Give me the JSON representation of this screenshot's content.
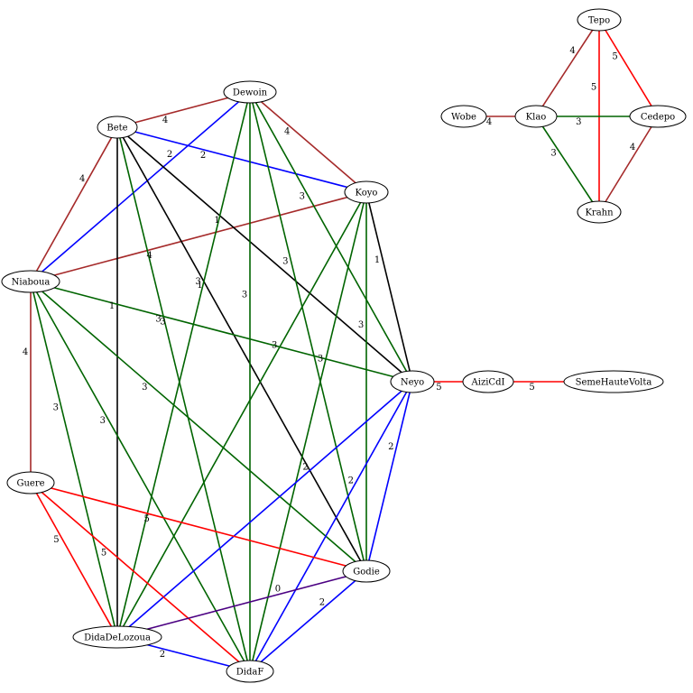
{
  "colors": {
    "brown": "#a52a2a",
    "red": "#ff0000",
    "blue": "#0000ff",
    "green": "#006400",
    "black": "#000000",
    "purple": "#4b0082"
  },
  "nodes": [
    {
      "id": "Dewoin",
      "label": "Dewoin"
    },
    {
      "id": "Bete",
      "label": "Bete"
    },
    {
      "id": "Koyo",
      "label": "Koyo"
    },
    {
      "id": "Niaboua",
      "label": "Niaboua"
    },
    {
      "id": "Neyo",
      "label": "Neyo"
    },
    {
      "id": "AiziCdI",
      "label": "AiziCdI"
    },
    {
      "id": "SemeHauteVolta",
      "label": "SemeHauteVolta"
    },
    {
      "id": "Guere",
      "label": "Guere"
    },
    {
      "id": "Godie",
      "label": "Godie"
    },
    {
      "id": "DidaDeLozoua",
      "label": "DidaDeLozoua"
    },
    {
      "id": "DidaF",
      "label": "DidaF"
    },
    {
      "id": "Tepo",
      "label": "Tepo"
    },
    {
      "id": "Wobe",
      "label": "Wobe"
    },
    {
      "id": "Klao",
      "label": "Klao"
    },
    {
      "id": "Cedepo",
      "label": "Cedepo"
    },
    {
      "id": "Krahn",
      "label": "Krahn"
    }
  ],
  "edges": [
    {
      "from": "Bete",
      "to": "Dewoin",
      "weight": "4",
      "color": "brown"
    },
    {
      "from": "Dewoin",
      "to": "Koyo",
      "weight": "4",
      "color": "brown"
    },
    {
      "from": "Bete",
      "to": "Niaboua",
      "weight": "4",
      "color": "brown"
    },
    {
      "from": "Niaboua",
      "to": "Koyo",
      "weight": "4",
      "color": "brown"
    },
    {
      "from": "Niaboua",
      "to": "Guere",
      "weight": "4",
      "color": "brown"
    },
    {
      "from": "Bete",
      "to": "Koyo",
      "weight": "2",
      "color": "blue"
    },
    {
      "from": "Dewoin",
      "to": "Niaboua",
      "weight": "2",
      "color": "blue"
    },
    {
      "from": "Bete",
      "to": "Neyo",
      "weight": "1",
      "color": "black"
    },
    {
      "from": "Bete",
      "to": "Godie",
      "weight": "1",
      "color": "black"
    },
    {
      "from": "Bete",
      "to": "DidaDeLozoua",
      "weight": "1",
      "color": "black"
    },
    {
      "from": "Koyo",
      "to": "Neyo",
      "weight": "1",
      "color": "black"
    },
    {
      "from": "Bete",
      "to": "DidaF",
      "weight": "3",
      "color": "green"
    },
    {
      "from": "Dewoin",
      "to": "Neyo",
      "weight": "3",
      "color": "green"
    },
    {
      "from": "Dewoin",
      "to": "Godie",
      "weight": "3",
      "color": "green"
    },
    {
      "from": "Dewoin",
      "to": "DidaF",
      "weight": "3",
      "color": "green"
    },
    {
      "from": "Dewoin",
      "to": "DidaDeLozoua",
      "weight": "3",
      "color": "green"
    },
    {
      "from": "Niaboua",
      "to": "Neyo",
      "weight": "3",
      "color": "green"
    },
    {
      "from": "Niaboua",
      "to": "Godie",
      "weight": "3",
      "color": "green"
    },
    {
      "from": "Niaboua",
      "to": "DidaF",
      "weight": "3",
      "color": "green"
    },
    {
      "from": "Niaboua",
      "to": "DidaDeLozoua",
      "weight": "3",
      "color": "green"
    },
    {
      "from": "Koyo",
      "to": "Godie",
      "weight": "3",
      "color": "green"
    },
    {
      "from": "Koyo",
      "to": "DidaDeLozoua",
      "weight": "3",
      "color": "green"
    },
    {
      "from": "Koyo",
      "to": "DidaF",
      "weight": "3",
      "color": "green"
    },
    {
      "from": "Neyo",
      "to": "AiziCdI",
      "weight": "5",
      "color": "red"
    },
    {
      "from": "AiziCdI",
      "to": "SemeHauteVolta",
      "weight": "5",
      "color": "red"
    },
    {
      "from": "Neyo",
      "to": "DidaDeLozoua",
      "weight": "2",
      "color": "blue"
    },
    {
      "from": "Neyo",
      "to": "Godie",
      "weight": "2",
      "color": "blue"
    },
    {
      "from": "Neyo",
      "to": "DidaF",
      "weight": "2",
      "color": "blue"
    },
    {
      "from": "Guere",
      "to": "Godie",
      "weight": "5",
      "color": "red"
    },
    {
      "from": "Guere",
      "to": "DidaDeLozoua",
      "weight": "5",
      "color": "red"
    },
    {
      "from": "Guere",
      "to": "DidaF",
      "weight": "5",
      "color": "red"
    },
    {
      "from": "Godie",
      "to": "DidaDeLozoua",
      "weight": "0",
      "color": "purple"
    },
    {
      "from": "Godie",
      "to": "DidaF",
      "weight": "2",
      "color": "blue"
    },
    {
      "from": "DidaDeLozoua",
      "to": "DidaF",
      "weight": "2",
      "color": "blue"
    },
    {
      "from": "Tepo",
      "to": "Klao",
      "weight": "4",
      "color": "brown"
    },
    {
      "from": "Tepo",
      "to": "Cedepo",
      "weight": "5",
      "color": "red"
    },
    {
      "from": "Tepo",
      "to": "Krahn",
      "weight": "5",
      "color": "red"
    },
    {
      "from": "Wobe",
      "to": "Klao",
      "weight": "4",
      "color": "brown"
    },
    {
      "from": "Klao",
      "to": "Cedepo",
      "weight": "3",
      "color": "green"
    },
    {
      "from": "Klao",
      "to": "Krahn",
      "weight": "3",
      "color": "green"
    },
    {
      "from": "Cedepo",
      "to": "Krahn",
      "weight": "4",
      "color": "brown"
    }
  ]
}
